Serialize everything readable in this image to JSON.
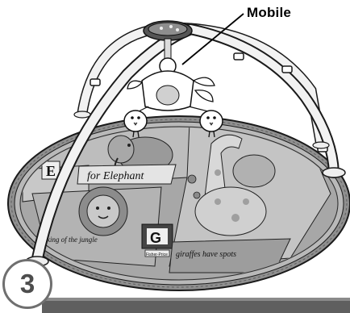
{
  "callout": {
    "label": "Mobile"
  },
  "step": {
    "number": "3"
  },
  "mat": {
    "panel_caption_elephant": "for Elephant",
    "panel_letter_e": "E",
    "panel_letter_g": "G",
    "panel_caption_giraffe": "giraffes have spots",
    "panel_caption_jungle": "king of the jungle",
    "brand_tag": "Fisher-Price"
  },
  "colors": {
    "ink": "#000000",
    "mat_dark": "#7a7a7a",
    "mat_mid": "#a9a9a9",
    "mat_light": "#d3d3d3",
    "arch": "#f2f2f2",
    "footer": "#5f5f5f"
  }
}
